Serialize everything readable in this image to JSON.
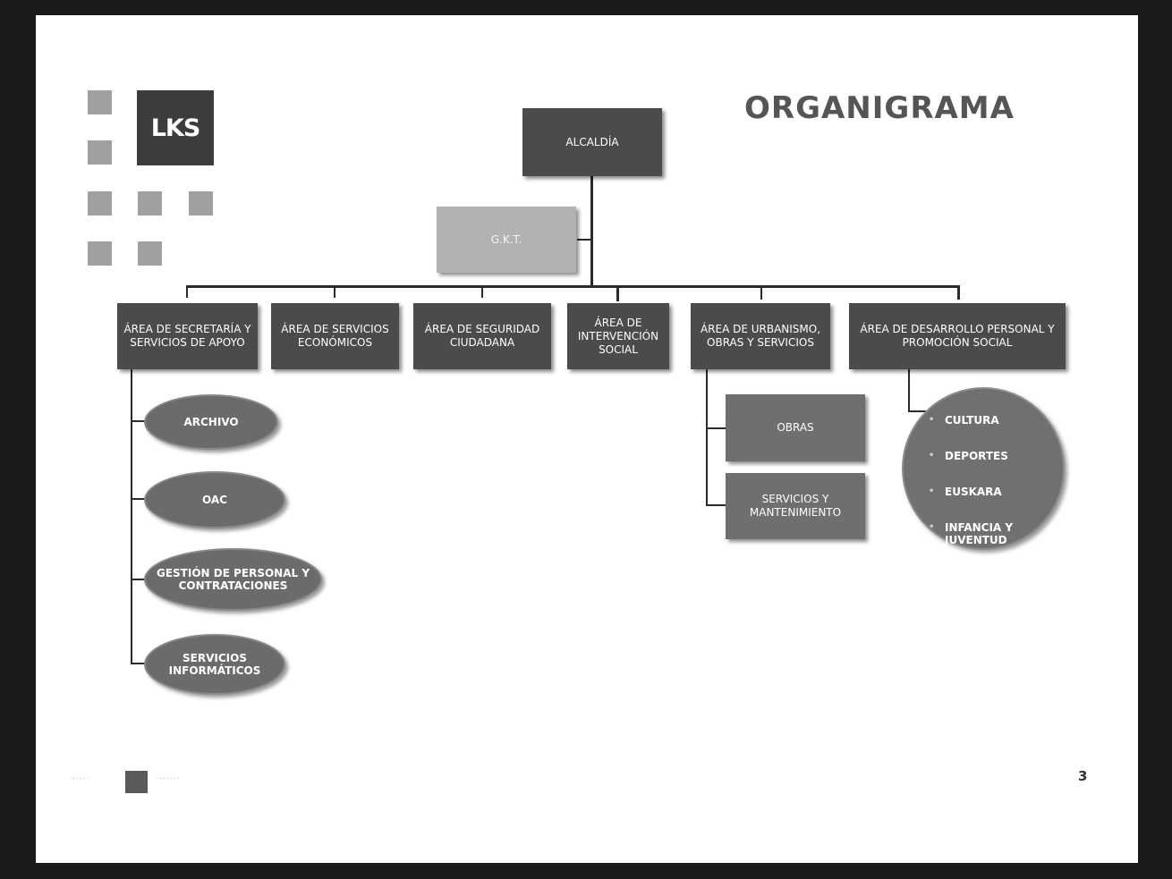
{
  "logo": {
    "text": "LKS"
  },
  "title": "ORGANIGRAMA",
  "top": {
    "label": "ALCALDÍA"
  },
  "advisor": {
    "label": "G.K.T."
  },
  "areas": [
    {
      "label": "ÁREA DE SECRETARÍA Y SERVICIOS DE APOYO"
    },
    {
      "label": "ÁREA DE SERVICIOS ECONÓMICOS"
    },
    {
      "label": "ÁREA DE SEGURIDAD CIUDADANA"
    },
    {
      "label": "ÁREA DE INTERVENCIÓN SOCIAL"
    },
    {
      "label": "ÁREA DE URBANISMO, OBRAS Y SERVICIOS"
    },
    {
      "label": "ÁREA DE DESARROLLO PERSONAL Y PROMOCIÓN SOCIAL"
    }
  ],
  "secretaria_units": [
    {
      "label": "ARCHIVO"
    },
    {
      "label": "OAC"
    },
    {
      "label": "GESTIÓN DE PERSONAL Y CONTRATACIONES"
    },
    {
      "label": "SERVICIOS INFORMÁTICOS"
    }
  ],
  "urbanismo_units": [
    {
      "label": "OBRAS"
    },
    {
      "label": "SERVICIOS Y MANTENIMIENTO"
    }
  ],
  "desarrollo_units": [
    {
      "label": "CULTURA"
    },
    {
      "label": "DEPORTES"
    },
    {
      "label": "EUSKARA"
    },
    {
      "label": "INFANCIA Y JUVENTUD"
    }
  ],
  "footer": {
    "page_number": "3"
  },
  "colors": {
    "box_dark": "#4b4b4b",
    "box_light": "#b2b2b2",
    "oval": "#6b6b6b",
    "background": "#ffffff"
  }
}
